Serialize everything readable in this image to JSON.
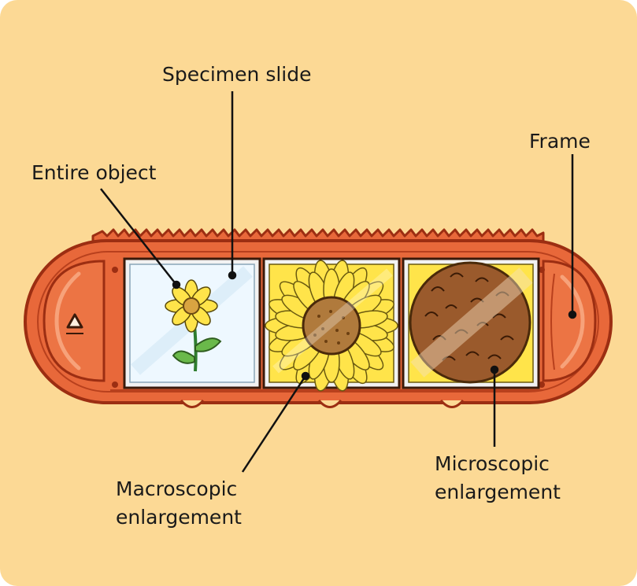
{
  "labels": {
    "specimen_slide": "Specimen slide",
    "entire_object": "Entire object",
    "frame": "Frame",
    "macroscopic_line1": "Macroscopic",
    "macroscopic_line2": "enlargement",
    "microscopic_line1": "Microscopic",
    "microscopic_line2": "enlargement"
  },
  "colors": {
    "background": "#fcd995",
    "frame_fill": "#e8683a",
    "frame_outline": "#9c2e12",
    "petal_yellow": "#ffe44a",
    "flower_center": "#b07a3c",
    "cell_brown": "#9a5a2c"
  }
}
